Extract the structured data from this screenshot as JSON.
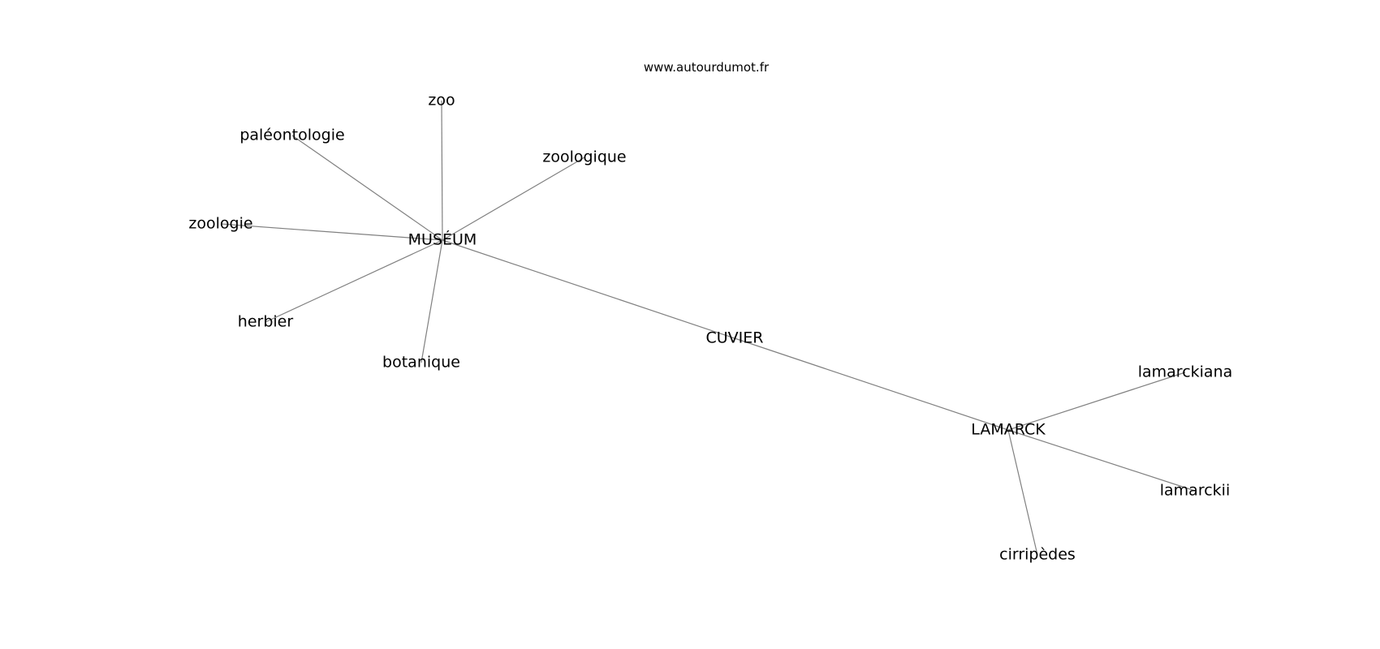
{
  "watermark": "www.autourdumot.fr",
  "nodes": [
    {
      "id": "museum",
      "label": "MUSÉUM"
    },
    {
      "id": "zoo",
      "label": "zoo"
    },
    {
      "id": "paleontologie",
      "label": "paléontologie"
    },
    {
      "id": "zoologique",
      "label": "zoologique"
    },
    {
      "id": "zoologie",
      "label": "zoologie"
    },
    {
      "id": "herbier",
      "label": "herbier"
    },
    {
      "id": "botanique",
      "label": "botanique"
    },
    {
      "id": "cuvier",
      "label": "CUVIER"
    },
    {
      "id": "lamarck",
      "label": "LAMARCK"
    },
    {
      "id": "lamarckiana",
      "label": "lamarckiana"
    },
    {
      "id": "lamarckii",
      "label": "lamarckii"
    },
    {
      "id": "cirripedes",
      "label": "cirripèdes"
    }
  ],
  "edges": [
    {
      "source": "museum",
      "target": "zoo"
    },
    {
      "source": "museum",
      "target": "paleontologie"
    },
    {
      "source": "museum",
      "target": "zoologique"
    },
    {
      "source": "museum",
      "target": "zoologie"
    },
    {
      "source": "museum",
      "target": "herbier"
    },
    {
      "source": "museum",
      "target": "botanique"
    },
    {
      "source": "museum",
      "target": "cuvier"
    },
    {
      "source": "cuvier",
      "target": "lamarck"
    },
    {
      "source": "lamarck",
      "target": "lamarckiana"
    },
    {
      "source": "lamarck",
      "target": "lamarckii"
    },
    {
      "source": "lamarck",
      "target": "cirripedes"
    }
  ],
  "colors": {
    "edge": "#808080",
    "label": "#000000",
    "background": "#ffffff"
  }
}
